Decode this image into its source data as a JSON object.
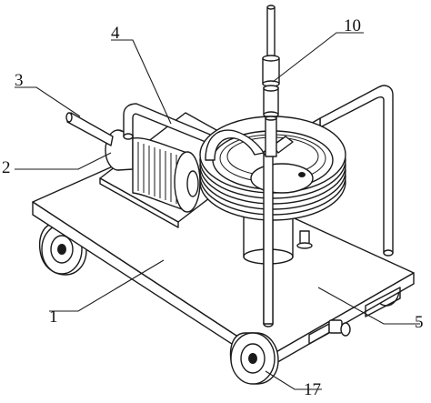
{
  "diagram": {
    "callouts": [
      {
        "id": "c1",
        "text": "1"
      },
      {
        "id": "c2",
        "text": "2"
      },
      {
        "id": "c3",
        "text": "3"
      },
      {
        "id": "c4",
        "text": "4"
      },
      {
        "id": "c5",
        "text": "5"
      },
      {
        "id": "c10",
        "text": "10"
      },
      {
        "id": "c17",
        "text": "17"
      }
    ]
  }
}
